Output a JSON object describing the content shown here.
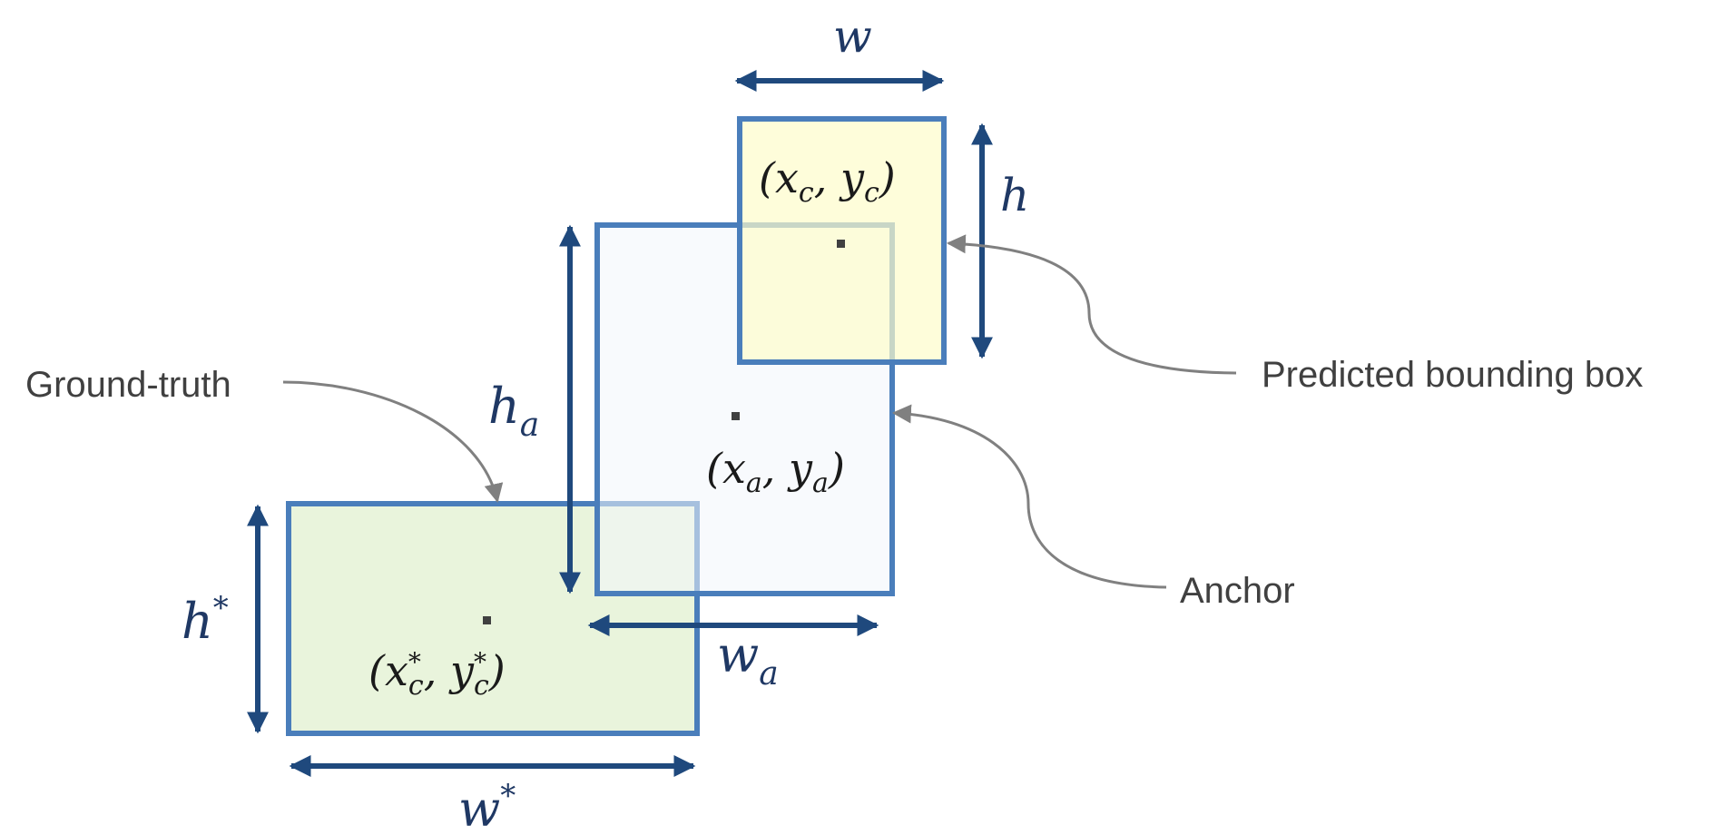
{
  "labels": {
    "ground_truth": "Ground-truth",
    "predicted": "Predicted bounding box",
    "anchor": "Anchor"
  },
  "math": {
    "w": "w",
    "h": "h",
    "h_a": "h",
    "h_a_sub": "a",
    "w_a": "w",
    "w_a_sub": "a",
    "h_star": "h",
    "w_star": "w",
    "star": "*",
    "open_paren": "(",
    "close_paren": ")",
    "comma": ", ",
    "x": "x",
    "y": "y",
    "sub_c": "c",
    "sub_a": "a"
  },
  "colors": {
    "box_border": "#4a7ebb",
    "ground_truth_fill": "#e9f4dc",
    "anchor_fill": "#f2f6fb",
    "predicted_fill": "#fdfcca",
    "dimension_arrow": "#1f497d",
    "callout_line": "#808080",
    "label_text": "#404040"
  }
}
